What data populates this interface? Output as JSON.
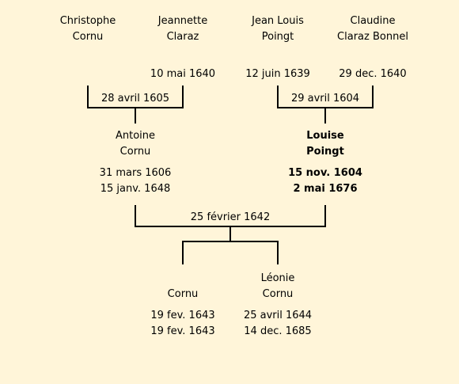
{
  "people": {
    "christophe_cornu": {
      "first": "Christophe",
      "last": "Cornu",
      "birth": "",
      "death": ""
    },
    "jeannette_claraz": {
      "first": "Jeannette",
      "last": "Claraz",
      "birth": "",
      "death": "10 mai 1640"
    },
    "jean_louis_poingt": {
      "first": "Jean Louis",
      "last": "Poingt",
      "birth": "",
      "death": "12 juin 1639"
    },
    "claudine_claraz_bonnel": {
      "first": "Claudine",
      "last": "Claraz Bonnel",
      "birth": "",
      "death": "29 dec. 1640"
    },
    "antoine_cornu": {
      "first": "Antoine",
      "last": "Cornu",
      "birth": "31 mars 1606",
      "death": "15 janv. 1648"
    },
    "louise_poingt": {
      "first": "Louise",
      "last": "Poingt",
      "birth": "15 nov. 1604",
      "death": "2 mai 1676"
    },
    "child_cornu": {
      "first": "",
      "last": "Cornu",
      "birth": "19 fev. 1643",
      "death": "19 fev. 1643"
    },
    "leonie_cornu": {
      "first": "Léonie",
      "last": "Cornu",
      "birth": "25 avril 1644",
      "death": "14 dec. 1685"
    }
  },
  "marriages": {
    "cornu_claraz": "28 avril 1605",
    "poingt_claraz_bonnel": "29 avril 1604",
    "antoine_louise": "25 février 1642"
  },
  "colors": {
    "background": "#fff5d9",
    "text": "#000000",
    "lines": "#000000"
  }
}
